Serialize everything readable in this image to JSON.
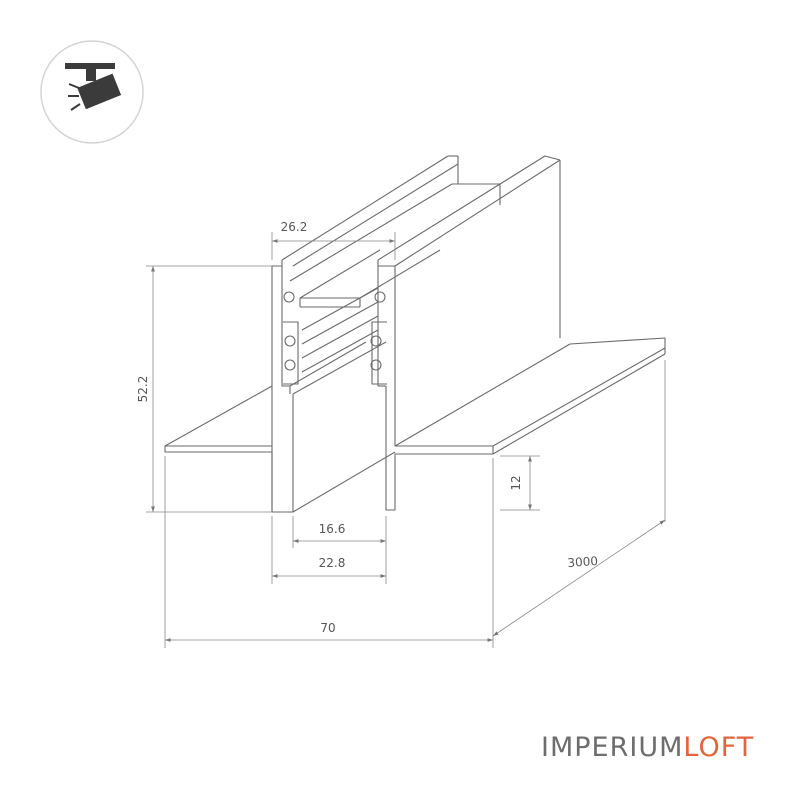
{
  "dimensions": {
    "top_opening": "26.2",
    "height": "52.2",
    "flange_height": "12",
    "inner_width": "16.6",
    "channel_width": "22.8",
    "total_width": "70",
    "length": "3000"
  },
  "brand": {
    "part1": "IMPERIUM",
    "part2": "LOFT",
    "color_main": "#6d6d6d",
    "color_accent": "#e2643f"
  },
  "icon": {
    "name": "track-spotlight-icon",
    "color": "#3b3b3b"
  },
  "colors": {
    "line": "#6a6a6a",
    "dimension": "#888888"
  }
}
